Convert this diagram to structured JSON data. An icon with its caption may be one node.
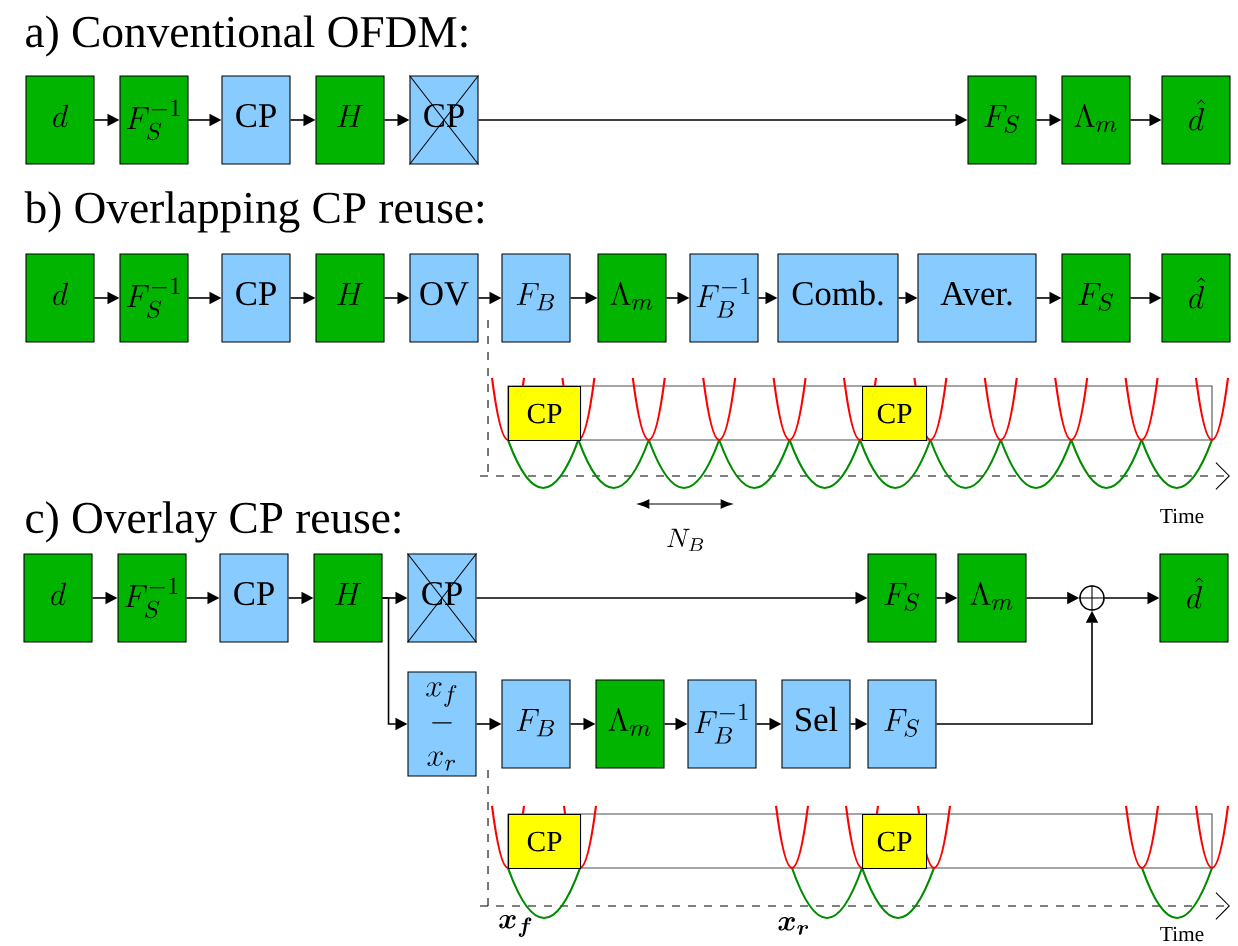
{
  "diagram": {
    "nodes": [
      {
        "text": [
          "d"
        ]
      },
      {
        "text": [
          "F_S^{-1}"
        ]
      },
      {
        "text": [
          "CP"
        ]
      },
      {
        "text": [
          "H"
        ]
      },
      {
        "text": [
          "CP"
        ]
      },
      {
        "text": [
          "F_S"
        ]
      },
      {
        "text": [
          "\\Lambda_m"
        ]
      },
      {
        "text": [
          "\\hat{d}"
        ]
      },
      {
        "text": [
          "d"
        ]
      },
      {
        "text": [
          "F_S^{-1}"
        ]
      },
      {
        "text": [
          "CP"
        ]
      },
      {
        "text": [
          "H"
        ]
      },
      {
        "text": [
          "OV"
        ]
      },
      {
        "text": [
          "F_B"
        ]
      },
      {
        "text": [
          "\\Lambda_m"
        ]
      },
      {
        "text": [
          "F_B^{-1}"
        ]
      },
      {
        "text": [
          "Comb."
        ]
      },
      {
        "text": [
          "Aver."
        ]
      },
      {
        "text": [
          "F_S"
        ]
      },
      {
        "text": [
          "\\hat{d}"
        ]
      },
      {
        "text": [
          "d"
        ]
      },
      {
        "text": [
          "F_S^{-1}"
        ]
      },
      {
        "text": [
          "CP"
        ]
      },
      {
        "text": [
          "H"
        ]
      },
      {
        "text": [
          "CP"
        ]
      },
      {
        "text": [
          "F_S"
        ]
      },
      {
        "text": [
          "\\Lambda_m"
        ]
      },
      {
        "text": [],
        "shape": "circle"
      },
      {
        "text": [
          "\\hat{d}"
        ]
      },
      {
        "text": [
          "\\begin{matrix}x_f\\\\-\\\\x_r\\end{matrix}"
        ]
      },
      {
        "text": [
          "F_B"
        ]
      },
      {
        "text": [
          "\\Lambda_m"
        ]
      },
      {
        "text": [
          "F_B^{-1}"
        ]
      },
      {
        "text": [
          "Sel"
        ]
      },
      {
        "text": [
          "F_S"
        ]
      }
    ],
    "edges": [
      {
        "from": 0,
        "to": 1,
        "arrow": "to"
      },
      {
        "from": 1,
        "to": 2,
        "arrow": "to"
      },
      {
        "from": 2,
        "to": 3,
        "arrow": "to"
      },
      {
        "from": 3,
        "to": 4,
        "arrow": "to"
      },
      {
        "from": 4,
        "to": 5,
        "arrow": "to"
      },
      {
        "from": 5,
        "to": 6,
        "arrow": "to"
      },
      {
        "from": 6,
        "to": 7,
        "arrow": "to"
      },
      {
        "from": 8,
        "to": 9,
        "arrow": "to"
      },
      {
        "from": 9,
        "to": 10,
        "arrow": "to"
      },
      {
        "from": 10,
        "to": 11,
        "arrow": "to"
      },
      {
        "from": 11,
        "to": 12,
        "arrow": "to"
      },
      {
        "from": 12,
        "to": 13,
        "arrow": "to"
      },
      {
        "from": 13,
        "to": 14,
        "arrow": "to"
      },
      {
        "from": 14,
        "to": 15,
        "arrow": "to"
      },
      {
        "from": 15,
        "to": 16,
        "arrow": "to"
      },
      {
        "from": 16,
        "to": 17,
        "arrow": "to"
      },
      {
        "from": 17,
        "to": 18,
        "arrow": "to"
      },
      {
        "from": 18,
        "to": 19,
        "arrow": "to"
      },
      {
        "from": 20,
        "to": 21,
        "arrow": "to"
      },
      {
        "from": 21,
        "to": 22,
        "arrow": "to"
      },
      {
        "from": 22,
        "to": 23,
        "arrow": "to"
      },
      {
        "from": 23,
        "to": 24,
        "arrow": "to"
      },
      {
        "from": 24,
        "to": 25,
        "arrow": "to"
      },
      {
        "from": 25,
        "to": 26,
        "arrow": "to"
      },
      {
        "from": 26,
        "to": 27,
        "arrow": "to"
      },
      {
        "from": 27,
        "to": 28,
        "arrow": "to"
      },
      {
        "from": 23,
        "to": 29,
        "arrow": "to"
      },
      {
        "from": 29,
        "to": 30,
        "arrow": "to"
      },
      {
        "from": 30,
        "to": 31,
        "arrow": "to"
      },
      {
        "from": 31,
        "to": 32,
        "arrow": "to"
      },
      {
        "from": 32,
        "to": 33,
        "arrow": "to"
      },
      {
        "from": 33,
        "to": 34,
        "arrow": "to"
      },
      {
        "from": 34,
        "to": 27,
        "arrow": "to"
      }
    ],
    "labels": [
      "a) Conventional OFDM:",
      "b) Overlapping CP reuse:",
      "CP",
      "CP",
      "N_B",
      "Time",
      "c) Overlay CP reuse:",
      "CP",
      "CP",
      "\\boldsymbol{x_f}",
      "\\boldsymbol{x_r}",
      "Time"
    ]
  }
}
